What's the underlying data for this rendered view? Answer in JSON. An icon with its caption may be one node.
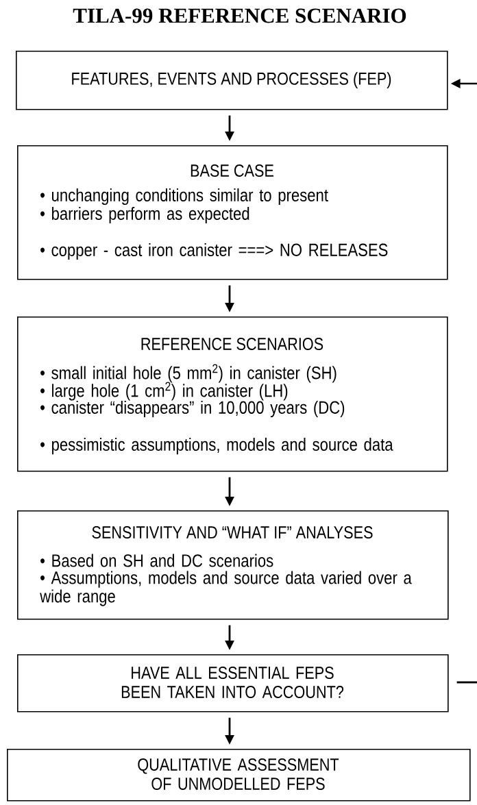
{
  "diagram": {
    "title": "TILA-99 REFERENCE SCENARIO",
    "nodes": [
      {
        "text": [
          "FEATURES, EVENTS AND PROCESSES (FEP)"
        ]
      },
      {
        "text": [
          "BASE CASE",
          "• unchanging conditions similar to present",
          "• barriers perform as expected",
          "• copper - cast iron canister ===> NO RELEASES"
        ]
      },
      {
        "text": [
          "REFERENCE SCENARIOS",
          "• small initial hole (5 mm$^{2}$) in canister (SH)",
          "• large hole (1 cm$^{2}$)  in canister (LH)",
          "• canister “disappears” in 10,000 years (DC)",
          "• pessimistic assumptions, models and source data"
        ]
      },
      {
        "text": [
          "SENSITIVITY AND “WHAT IF” ANALYSES",
          "• Based on SH and DC scenarios",
          "• Assumptions, models and source data varied over a wide range"
        ]
      },
      {
        "text": [
          "HAVE ALL ESSENTIAL FEPS BEEN TAKEN INTO ACCOUNT?"
        ]
      },
      {
        "text": [
          "QUALITATIVE ASSESSMENT OF UNMODELLED FEPS"
        ]
      }
    ],
    "edges": [
      {
        "from": 0,
        "to": 1,
        "arrow": "to"
      },
      {
        "from": 1,
        "to": 2,
        "arrow": "to"
      },
      {
        "from": 2,
        "to": 3,
        "arrow": "to"
      },
      {
        "from": 3,
        "to": 4,
        "arrow": "to"
      },
      {
        "from": 4,
        "to": 5,
        "arrow": "to"
      },
      {
        "from": null,
        "to": 0,
        "arrow": "to"
      },
      {
        "from": 4,
        "to": null,
        "arrow": "none"
      }
    ]
  }
}
